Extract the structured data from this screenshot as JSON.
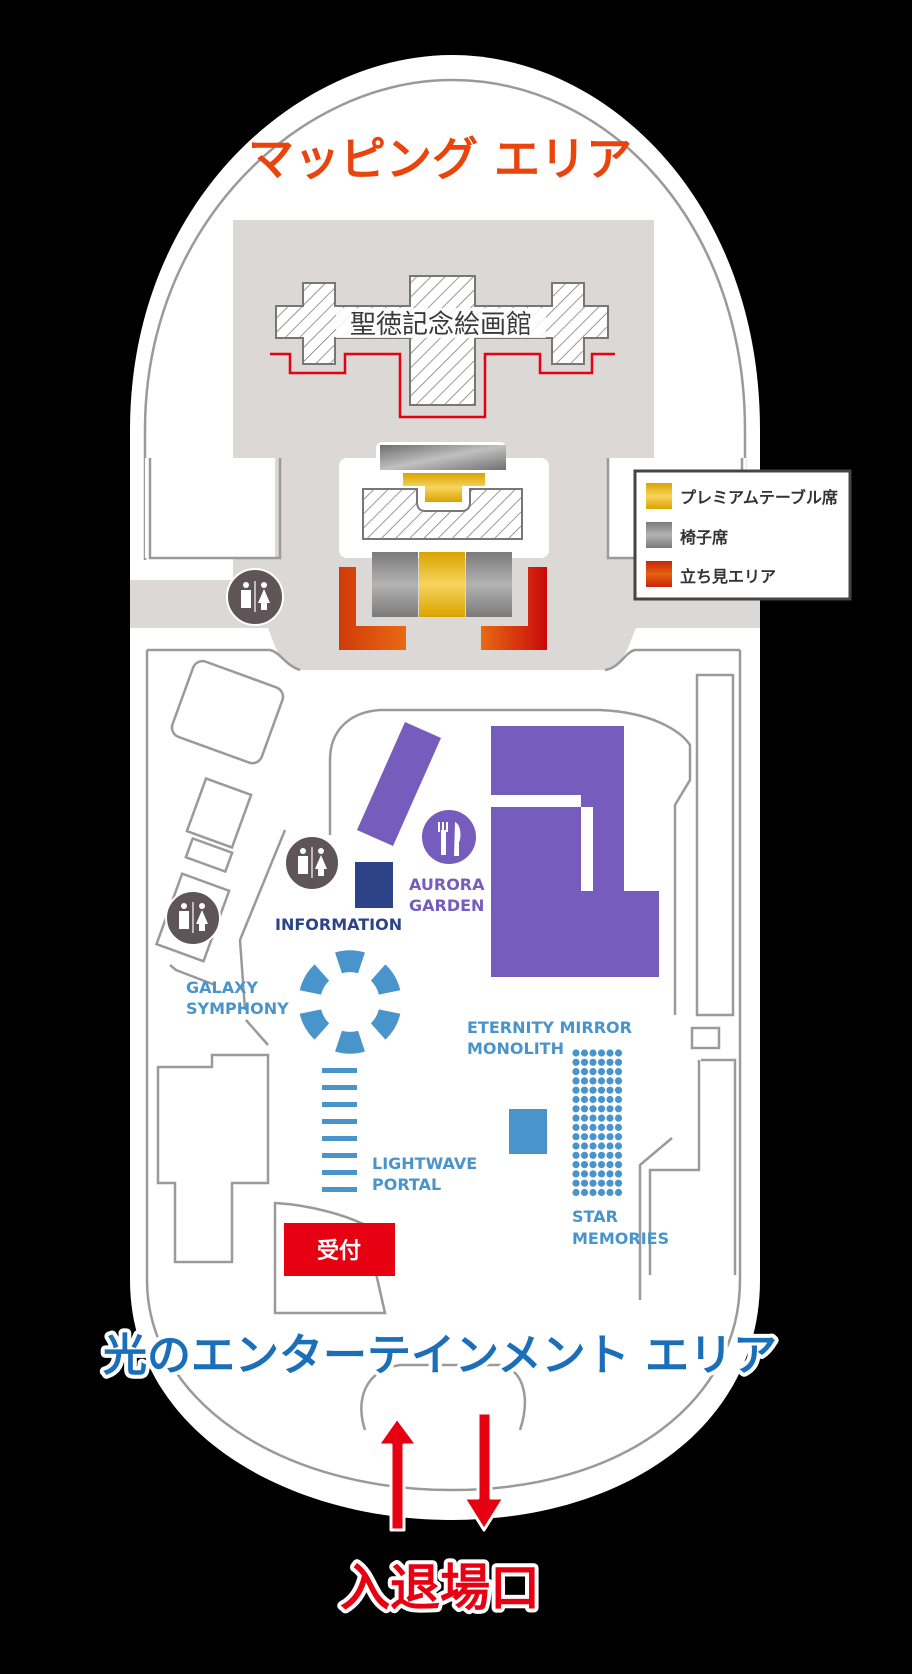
{
  "map": {
    "title_top": "マッピング エリア",
    "title_bottom": "光のエンターテインメント エリア",
    "building_name": "聖徳記念絵画館",
    "entrance_label": "入退場口",
    "reception_label": "受付"
  },
  "legend": {
    "items": [
      {
        "label": "プレミアムテーブル席",
        "swatch": "gold",
        "color": "#e8b820"
      },
      {
        "label": "椅子席",
        "swatch": "gray",
        "color": "#8c8c8c"
      },
      {
        "label": "立ち見エリア",
        "swatch": "red",
        "color": "#d8420c"
      }
    ]
  },
  "attractions": {
    "information": "INFORMATION",
    "aurora_line1": "AURORA",
    "aurora_line2": "GARDEN",
    "galaxy_line1": "GALAXY",
    "galaxy_line2": "SYMPHONY",
    "eternity_line1": "ETERNITY MIRROR",
    "eternity_line2": "MONOLITH",
    "lightwave_line1": "LIGHTWAVE",
    "lightwave_line2": "PORTAL",
    "star_line1": "STAR",
    "star_line2": "MEMORIES"
  },
  "icons": {
    "restroom": "restroom-icon",
    "restaurant": "fork-knife-icon",
    "arrow_in": "arrow-up-icon",
    "arrow_out": "arrow-down-icon"
  },
  "colors": {
    "mapping_orange": "#e8440c",
    "entertainment_blue": "#1a6fb8",
    "attraction_blue": "#4a94cc",
    "aurora_purple": "#765cbd",
    "info_navy": "#2c4388",
    "entrance_red": "#e60012",
    "restroom_brown": "#5f5558"
  }
}
